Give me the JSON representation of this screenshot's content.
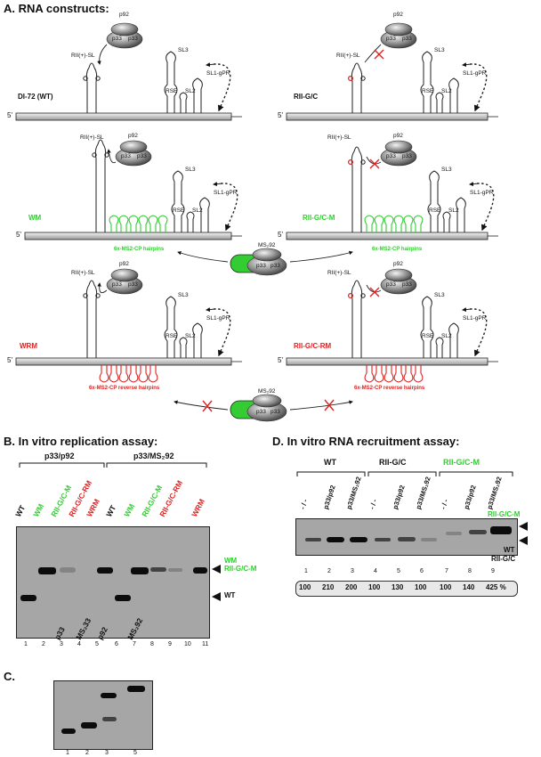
{
  "panelA": {
    "title": "A.   RNA constructs:",
    "five": "5'",
    "p92": "p92",
    "p33": "p33",
    "ms2_protein": "MS₂92",
    "rii_sl": "RII(+)-SL",
    "sl3": "SL3",
    "sl2": "SL2",
    "rse": "RSE",
    "sl1": "SL1-gPR",
    "constructs": {
      "wt": "DI-72 (WT)",
      "rii_gc": "RII-G/C",
      "wm": "WM",
      "rii_gcm": "RII-G/C-M",
      "wrm": "WRM",
      "rii_gcrm": "RII-G/C-RM"
    },
    "hairpins": "6x-MS2-CP hairpins",
    "reverse_hairpins": "6x-MS2-CP reverse hairpins"
  },
  "panelB": {
    "title": "B.   In vitro replication assay:",
    "group1": "p33/p92",
    "group2": "p33/MS₂92",
    "lanes": [
      {
        "label": "WT",
        "color": "#111111"
      },
      {
        "label": "WM",
        "color": "#33cc33"
      },
      {
        "label": "RII-G/C-M",
        "color": "#33cc33"
      },
      {
        "label": "RII-G/C-RM",
        "color": "#dd2222"
      },
      {
        "label": "WRM",
        "color": "#dd2222"
      },
      {
        "label": "WT",
        "color": "#111111"
      },
      {
        "label": "WM",
        "color": "#33cc33"
      },
      {
        "label": "RII-G/C-M",
        "color": "#33cc33"
      },
      {
        "label": "RII-G/C-RM",
        "color": "#dd2222"
      },
      {
        "label": "",
        "color": "#111111"
      },
      {
        "label": "WRM",
        "color": "#dd2222"
      }
    ],
    "lane_numbers": [
      "1",
      "2",
      "3",
      "4",
      "5",
      "6",
      "7",
      "8",
      "9",
      "10",
      "11"
    ],
    "band_label_upper_1": "WM",
    "band_label_upper_2": "RII-G/C-M",
    "band_label_lower": "WT"
  },
  "panelC": {
    "title": "C.",
    "lanes": [
      "p33",
      "MS₂33",
      "p92",
      "MS₂92"
    ],
    "lane_numbers": [
      "1",
      "2",
      "3",
      "5"
    ]
  },
  "panelD": {
    "title": "D.  In vitro RNA recruitment assay:",
    "groups": [
      "WT",
      "RII-G/C",
      "RII-G/C-M"
    ],
    "lanes": [
      "- / -",
      "p33/p92",
      "p33/MS₂92",
      "- / -",
      "p33/p92",
      "p33/MS₂92",
      "- / -",
      "p33/p92",
      "p33/MS₂92"
    ],
    "lane_numbers": [
      "1",
      "2",
      "3",
      "4",
      "5",
      "6",
      "7",
      "8",
      "9"
    ],
    "percentages": [
      "100",
      "210",
      "200",
      "100",
      "130",
      "100",
      "100",
      "140",
      "425 %"
    ],
    "band_label_upper": "RII-G/C-M",
    "band_label_lower_1": "WT",
    "band_label_lower_2": "RII-G/C"
  }
}
